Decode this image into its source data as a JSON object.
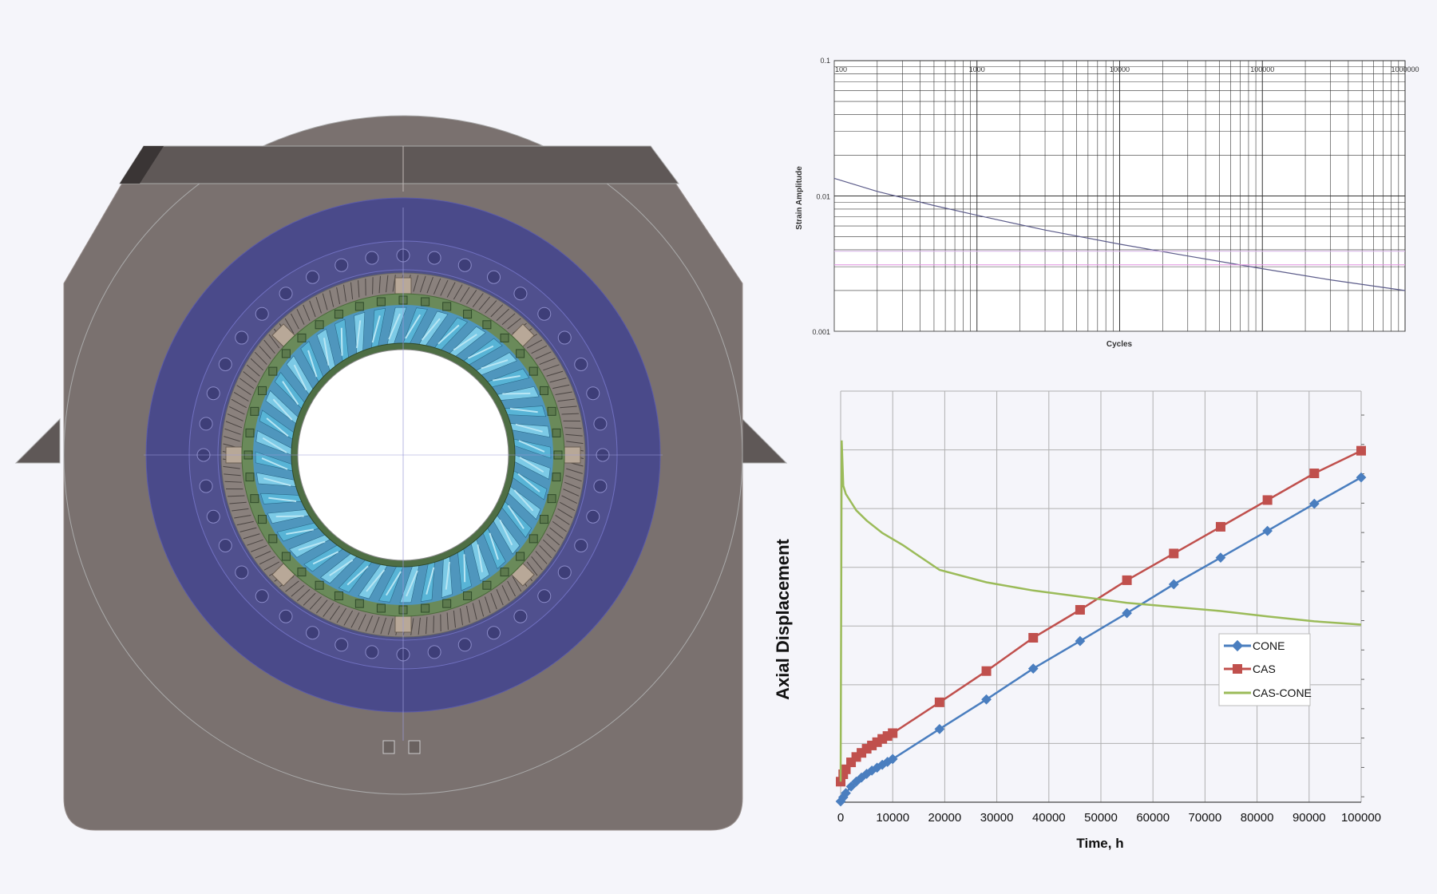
{
  "colors": {
    "background": "#f5f5fa",
    "housing": "#7a716f",
    "housing_dark": "#5f5857",
    "ring_blue": "#4a4a8a",
    "ring_blue_light": "#5b5ba8",
    "gear_grey": "#8a817d",
    "vane_cyan": "#58b4d6",
    "vane_light": "#b8e6f4",
    "vane_green": "#6a8a5a",
    "cone_blue": "#4a7ebf",
    "cas_red": "#c0504d",
    "diff_green": "#9bbb59",
    "fatigue_line": "#5c5c8a",
    "fatigue_limit": "#e090e0"
  },
  "icons": {
    "cone_marker": "diamond-marker-icon",
    "cas_marker": "square-marker-icon",
    "diff_marker": "line-marker-icon"
  },
  "chart_data": [
    {
      "type": "line",
      "scale": "log-log",
      "xlabel": "Cycles",
      "ylabel": "Strain Amplitude",
      "xlim": [
        100,
        1000000
      ],
      "ylim": [
        0.001,
        0.1
      ],
      "x_ticks": [
        "100",
        "1000",
        "10000",
        "100000",
        "1000000"
      ],
      "y_ticks": [
        "0.1",
        "0.01",
        "0.001"
      ],
      "grid": true,
      "series": [
        {
          "x": [
            100,
            200,
            500,
            1000,
            3000,
            10000,
            30000,
            100000,
            300000,
            1000000
          ],
          "y": [
            0.0135,
            0.0108,
            0.0085,
            0.0072,
            0.0056,
            0.0044,
            0.0036,
            0.0029,
            0.0024,
            0.002
          ]
        },
        {
          "x": [
            100,
            1000000
          ],
          "y": [
            0.0031,
            0.0031
          ]
        },
        {
          "x": [
            100,
            1000000
          ],
          "y": [
            0.0039,
            0.0039
          ]
        }
      ]
    },
    {
      "type": "line",
      "xlabel": "Time, h",
      "ylabel": "Axial Displacement",
      "xlim": [
        0,
        100000
      ],
      "ylim": [
        0,
        1
      ],
      "x_ticks": [
        "0",
        "10000",
        "20000",
        "30000",
        "40000",
        "50000",
        "60000",
        "70000",
        "80000",
        "90000",
        "100000"
      ],
      "grid": true,
      "legend": "center-right",
      "series": [
        {
          "name": "CONE",
          "x": [
            0,
            500,
            1000,
            2000,
            3000,
            4000,
            5000,
            6000,
            7000,
            8000,
            9000,
            10000,
            19000,
            28000,
            37000,
            46000,
            55000,
            64000,
            73000,
            82000,
            91000,
            100000
          ],
          "y": [
            0.002,
            0.012,
            0.022,
            0.038,
            0.05,
            0.06,
            0.069,
            0.077,
            0.084,
            0.091,
            0.098,
            0.105,
            0.178,
            0.25,
            0.325,
            0.392,
            0.46,
            0.53,
            0.595,
            0.66,
            0.726,
            0.79
          ]
        },
        {
          "name": "CAS",
          "x": [
            0,
            500,
            1000,
            2000,
            3000,
            4000,
            5000,
            6000,
            7000,
            8000,
            9000,
            10000,
            19000,
            28000,
            37000,
            46000,
            55000,
            64000,
            73000,
            82000,
            91000,
            100000
          ],
          "y": [
            0.05,
            0.068,
            0.08,
            0.097,
            0.11,
            0.12,
            0.13,
            0.138,
            0.146,
            0.154,
            0.161,
            0.168,
            0.243,
            0.319,
            0.4,
            0.468,
            0.54,
            0.605,
            0.67,
            0.735,
            0.8,
            0.855
          ]
        },
        {
          "name": "CAS-CONE",
          "x": [
            0,
            200,
            500,
            1000,
            2000,
            3000,
            5000,
            8000,
            12000,
            19000,
            28000,
            37000,
            46000,
            55000,
            64000,
            73000,
            82000,
            91000,
            100000
          ],
          "y": [
            0.05,
            0.88,
            0.77,
            0.75,
            0.73,
            0.71,
            0.685,
            0.655,
            0.625,
            0.565,
            0.535,
            0.515,
            0.5,
            0.485,
            0.475,
            0.465,
            0.452,
            0.44,
            0.432
          ]
        }
      ]
    }
  ]
}
